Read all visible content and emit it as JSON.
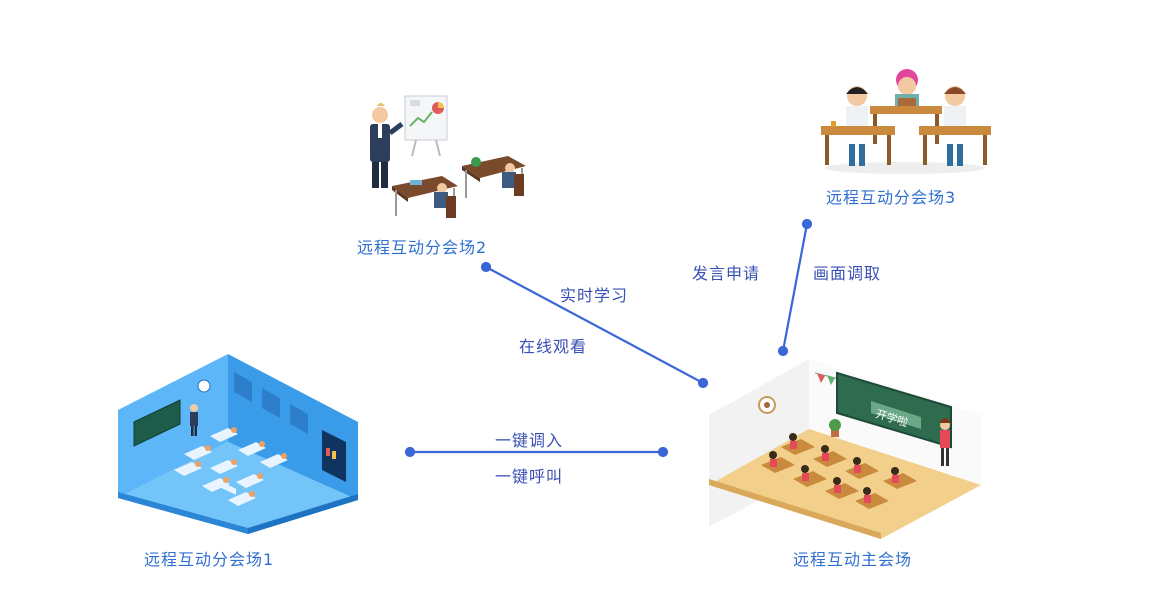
{
  "nodes": {
    "branch1": {
      "label": "远程互动分会场1"
    },
    "branch2": {
      "label": "远程互动分会场2"
    },
    "branch3": {
      "label": "远程互动分会场3"
    },
    "main": {
      "label": "远程互动主会场"
    },
    "main_board_text": "开学啦"
  },
  "edges": {
    "branch2_main": {
      "labels": [
        "实时学习",
        "在线观看"
      ]
    },
    "branch3_main": {
      "labels": [
        "发言申请",
        "画面调取"
      ]
    },
    "branch1_main": {
      "labels": [
        "一键调入",
        "一键呼叫"
      ]
    }
  },
  "colors": {
    "link": "#3a66d8",
    "label": "#2f6fd1",
    "room_blue": "#3ea3f5",
    "board_green": "#2e6b4f",
    "floor_tan": "#f2cf8a"
  }
}
